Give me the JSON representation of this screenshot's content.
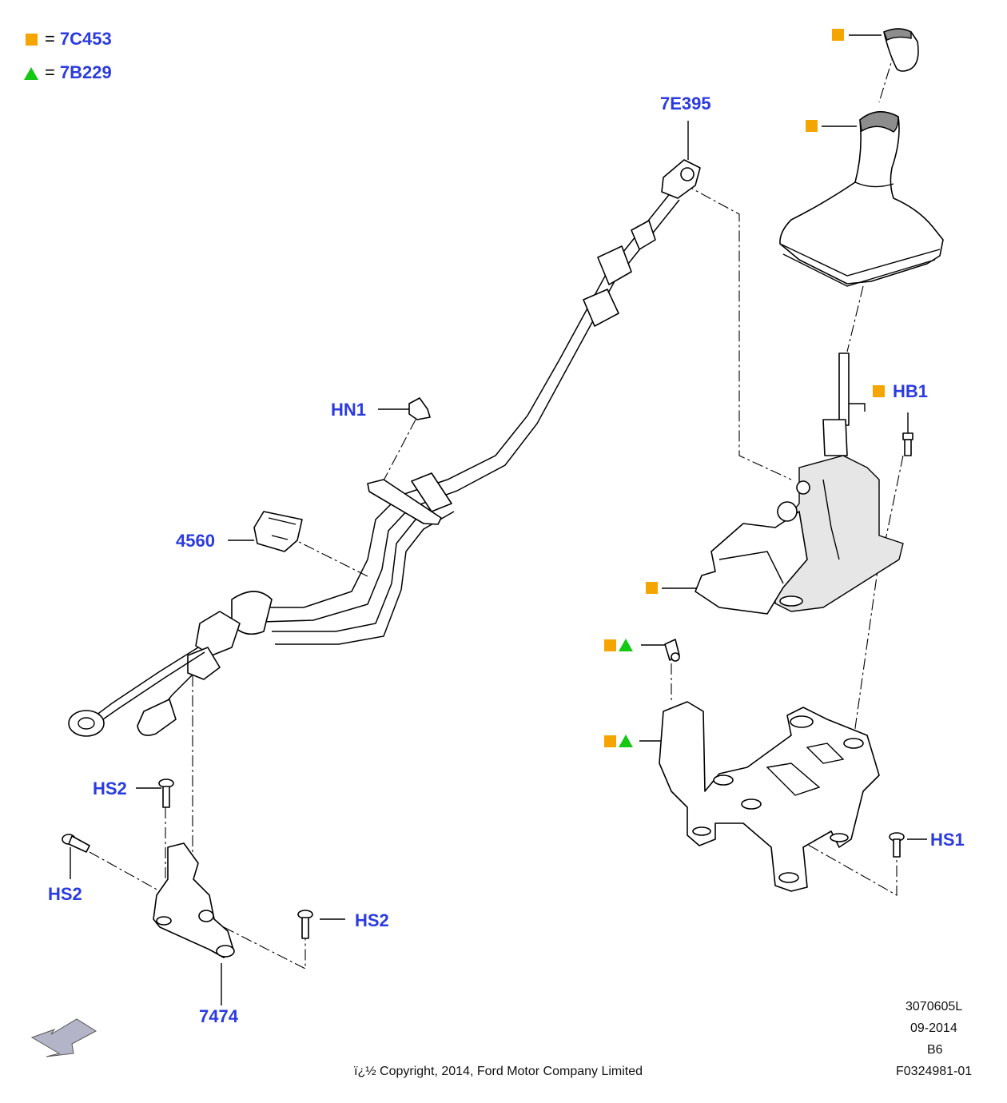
{
  "legend": [
    {
      "symbol": "square",
      "symbol_icon": "orange-square-icon",
      "color": "#f5a500",
      "code": "7C453"
    },
    {
      "symbol": "triangle",
      "symbol_icon": "green-triangle-icon",
      "color": "#14c814",
      "code": "7B229"
    }
  ],
  "equals_sign": "=",
  "callouts": {
    "cable": "7E395",
    "nut": "HN1",
    "clip": "4560",
    "bolt_hb1": "HB1",
    "bolt_hs2_top": "HS2",
    "bolt_hs2_left": "HS2",
    "bolt_hs2_right": "HS2",
    "bolt_hs1": "HS1",
    "bracket": "7474"
  },
  "footer": {
    "illustration_number": "3070605L",
    "date": "09-2014",
    "revision": "B6",
    "reference": "F0324981-01",
    "copyright": "ï¿½ Copyright, 2014, Ford Motor Company Limited"
  },
  "colors": {
    "label": "#2b3be0",
    "square": "#f5a500",
    "triangle": "#14c814"
  }
}
